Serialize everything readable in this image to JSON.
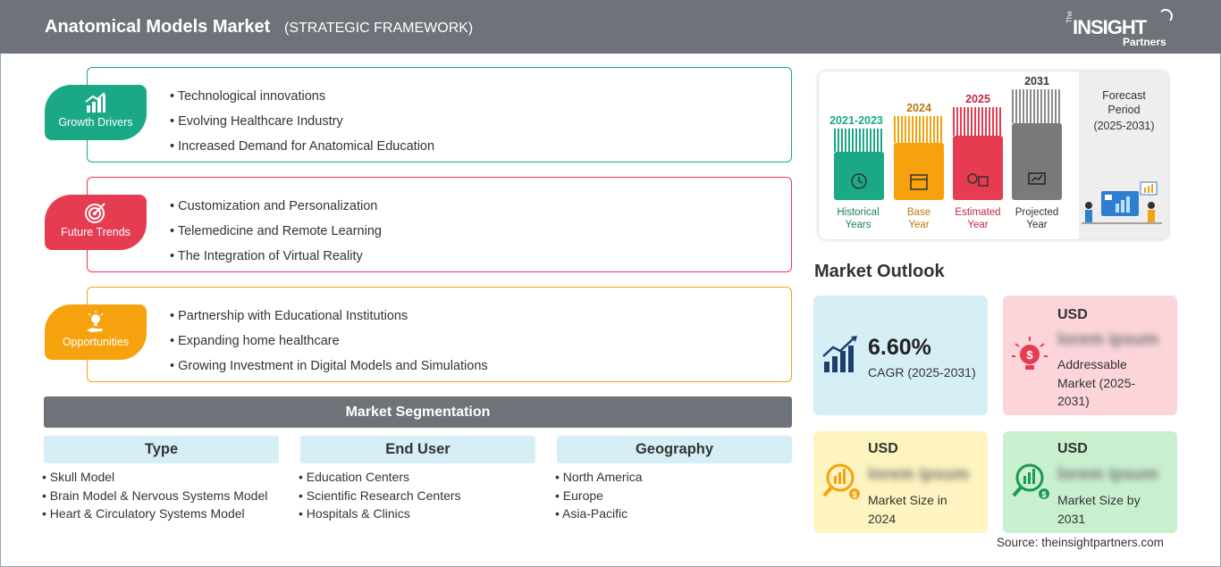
{
  "header": {
    "title": "Anatomical Models Market",
    "subtitle": "(STRATEGIC FRAMEWORK)",
    "logo": {
      "the": "The",
      "insight": "INSIGHT",
      "partners": "Partners"
    }
  },
  "drivers": {
    "growth": {
      "label": "Growth Drivers",
      "color": "#1aa886",
      "items": [
        "Technological innovations",
        "Evolving Healthcare Industry",
        "Increased Demand for Anatomical Education"
      ]
    },
    "trends": {
      "label": "Future Trends",
      "color": "#e63c52",
      "items": [
        "Customization and Personalization",
        "Telemedicine and Remote Learning",
        "The Integration of Virtual Reality"
      ]
    },
    "opportunities": {
      "label": "Opportunities",
      "color": "#f5a20e",
      "items": [
        "Partnership with Educational Institutions",
        "Expanding home healthcare",
        "Growing Investment in Digital Models and Simulations"
      ]
    }
  },
  "segmentation": {
    "title": "Market Segmentation",
    "columns": [
      {
        "header": "Type",
        "items": [
          "Skull Model",
          "Brain Model & Nervous Systems Model",
          "Heart & Circulatory Systems Model"
        ]
      },
      {
        "header": "End User",
        "items": [
          "Education Centers",
          "Scientific Research Centers",
          "Hospitals & Clinics"
        ]
      },
      {
        "header": "Geography",
        "items": [
          "North America",
          "Europe",
          "Asia-Pacific"
        ]
      }
    ]
  },
  "timeline": {
    "historical": {
      "year": "2021-2023",
      "label1": "Historical",
      "label2": "Years",
      "color": "#1aa886"
    },
    "base": {
      "year": "2024",
      "label1": "Base",
      "label2": "Year",
      "color": "#f5a20e"
    },
    "estimated": {
      "year": "2025",
      "label1": "Estimated",
      "label2": "Year",
      "color": "#e63c52"
    },
    "projected": {
      "year": "2031",
      "label1": "Projected",
      "label2": "Year",
      "color": "#7a7a7a"
    },
    "forecast": {
      "line1": "Forecast",
      "line2": "Period",
      "line3": "(2025-2031)"
    }
  },
  "outlook": {
    "title": "Market Outlook",
    "cagr": {
      "value": "6.60%",
      "label": "CAGR (2025-2031)",
      "bg": "#d6eef6"
    },
    "addressable": {
      "currency": "USD",
      "value": "lorem ipsum",
      "line1": "Addressable",
      "line2": "Market (2025-",
      "line3": "2031)",
      "bg": "#fbd5da"
    },
    "size2024": {
      "currency": "USD",
      "value": "lorem ipsum",
      "line1": "Market Size in",
      "line2": "2024",
      "bg": "#fdf4bf"
    },
    "size2031": {
      "currency": "USD",
      "value": "lorem ipsum",
      "line1": "Market Size by",
      "line2": "2031",
      "bg": "#c8f0cf"
    }
  },
  "source": "Source: theinsightpartners.com"
}
